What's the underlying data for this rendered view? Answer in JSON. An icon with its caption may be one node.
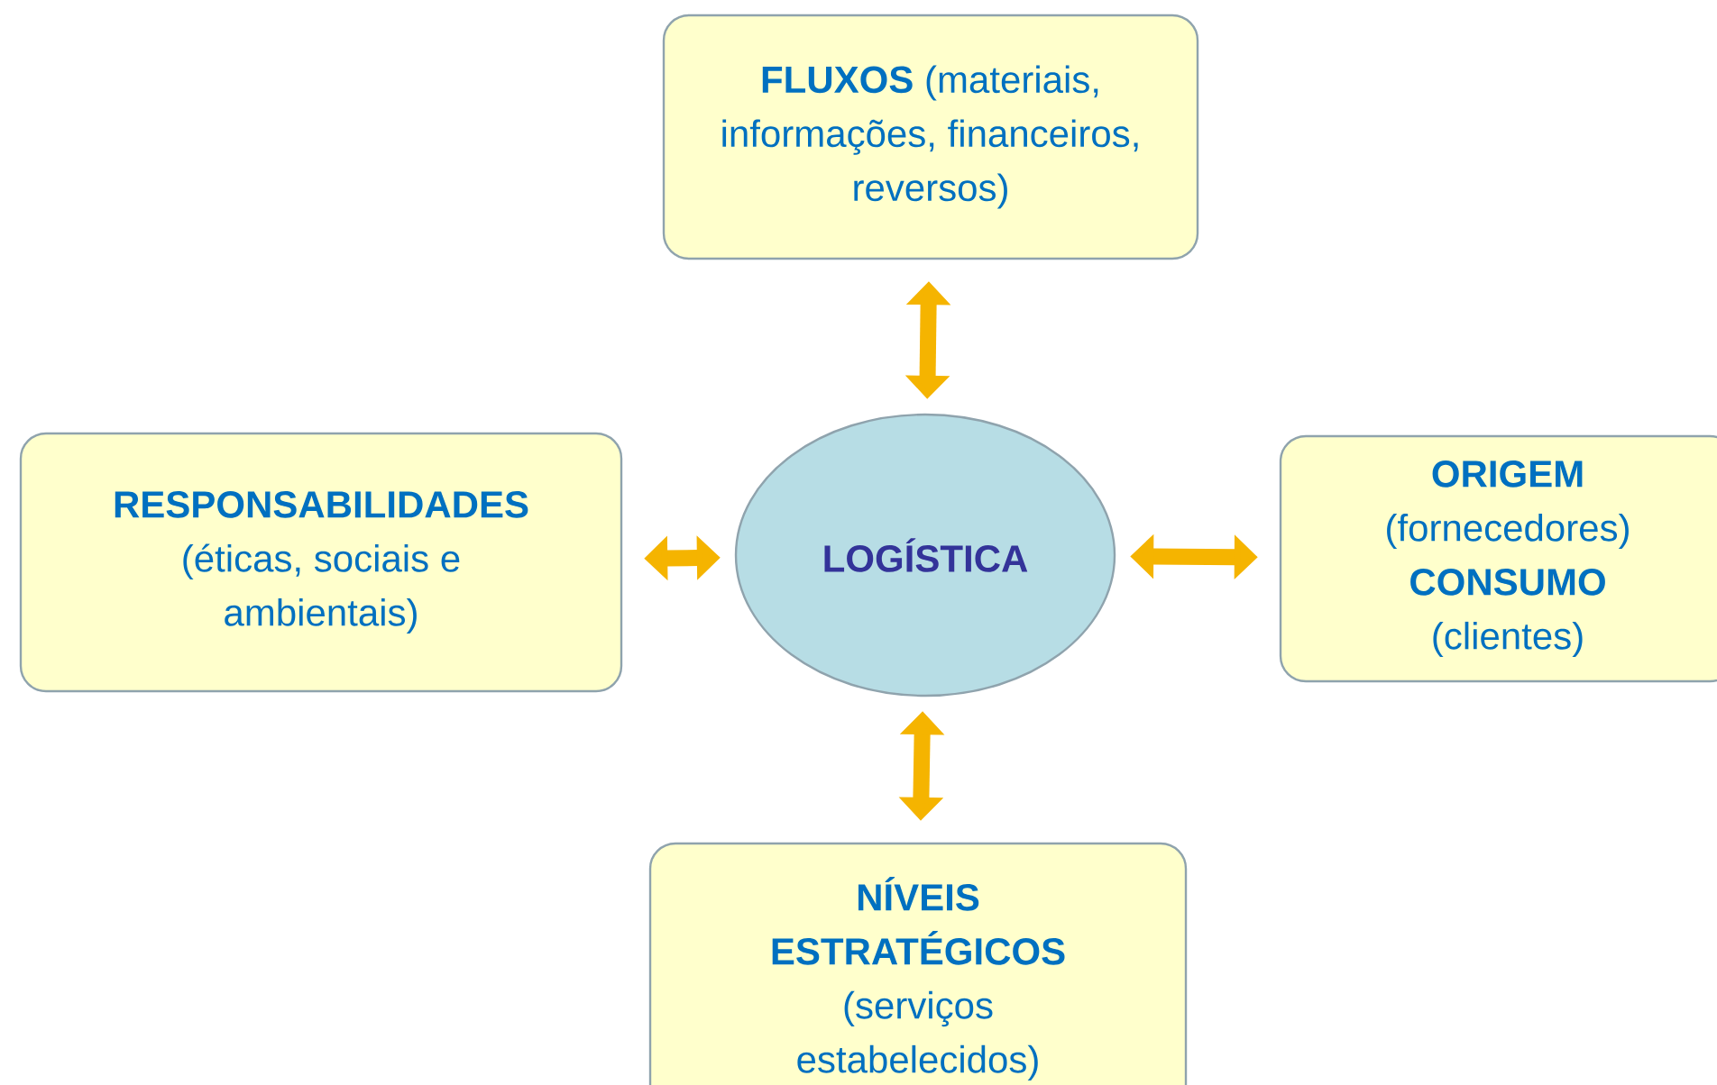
{
  "diagram": {
    "nodes": [
      {
        "text": [
          "LOGÍSTICA"
        ]
      },
      {
        "text": [
          "**FLUXOS** (materiais, informações, financeiros, reversos)"
        ]
      },
      {
        "text": [
          "RESPONSABILIDADES",
          "(éticas, sociais e ambientais)"
        ]
      },
      {
        "text": [
          "ORIGEM",
          "(fornecedores)",
          "CONSUMO",
          "(clientes)"
        ]
      },
      {
        "text": [
          "NÍVEIS ESTRATÉGICOS",
          "(serviços estabelecidos)"
        ]
      }
    ],
    "edges": [
      {
        "from": 0,
        "to": 1,
        "arrow": "both"
      },
      {
        "from": 0,
        "to": 2,
        "arrow": "both"
      },
      {
        "from": 0,
        "to": 3,
        "arrow": "both"
      },
      {
        "from": 0,
        "to": 4,
        "arrow": "both"
      }
    ]
  }
}
